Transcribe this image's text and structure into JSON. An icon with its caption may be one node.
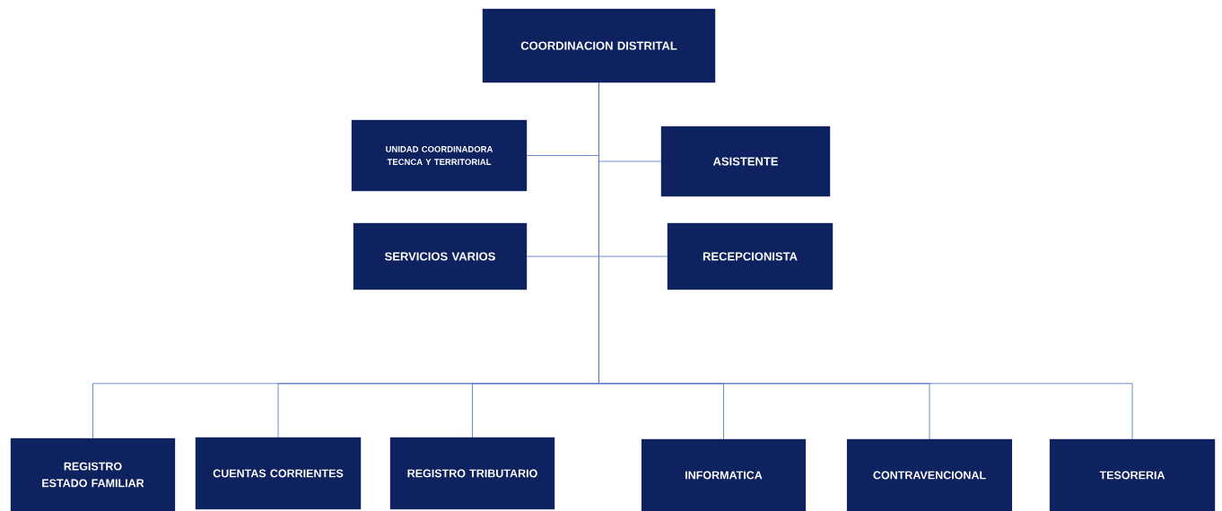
{
  "diagram": {
    "nodes": [
      {
        "text": [
          "COORDINACION DISTRITAL"
        ]
      },
      {
        "text": [
          "UNIDAD COORDINADORA TECNCA Y TERRITORIAL"
        ]
      },
      {
        "text": [
          "ASISTENTE"
        ]
      },
      {
        "text": [
          "SERVICIOS VARIOS"
        ]
      },
      {
        "text": [
          "RECEPCIONISTA"
        ]
      },
      {
        "text": [
          "REGISTRO ESTADO FAMILIAR"
        ]
      },
      {
        "text": [
          "CUENTAS CORRIENTES"
        ]
      },
      {
        "text": [
          "REGISTRO TRIBUTARIO"
        ]
      },
      {
        "text": [
          "INFORMATICA"
        ]
      },
      {
        "text": [
          "CONTRAVENCIONAL"
        ]
      },
      {
        "text": [
          "TESORERIA"
        ]
      }
    ],
    "edges": [
      {
        "from": 0,
        "to": 1,
        "arrow": "none"
      },
      {
        "from": 0,
        "to": 2,
        "arrow": "none"
      },
      {
        "from": 0,
        "to": 3,
        "arrow": "none"
      },
      {
        "from": 0,
        "to": 4,
        "arrow": "none"
      },
      {
        "from": 0,
        "to": 5,
        "arrow": "none"
      },
      {
        "from": 0,
        "to": 6,
        "arrow": "none"
      },
      {
        "from": 0,
        "to": 7,
        "arrow": "none"
      },
      {
        "from": 0,
        "to": 8,
        "arrow": "none"
      },
      {
        "from": 0,
        "to": 9,
        "arrow": "none"
      },
      {
        "from": 0,
        "to": 10,
        "arrow": "none"
      }
    ]
  }
}
